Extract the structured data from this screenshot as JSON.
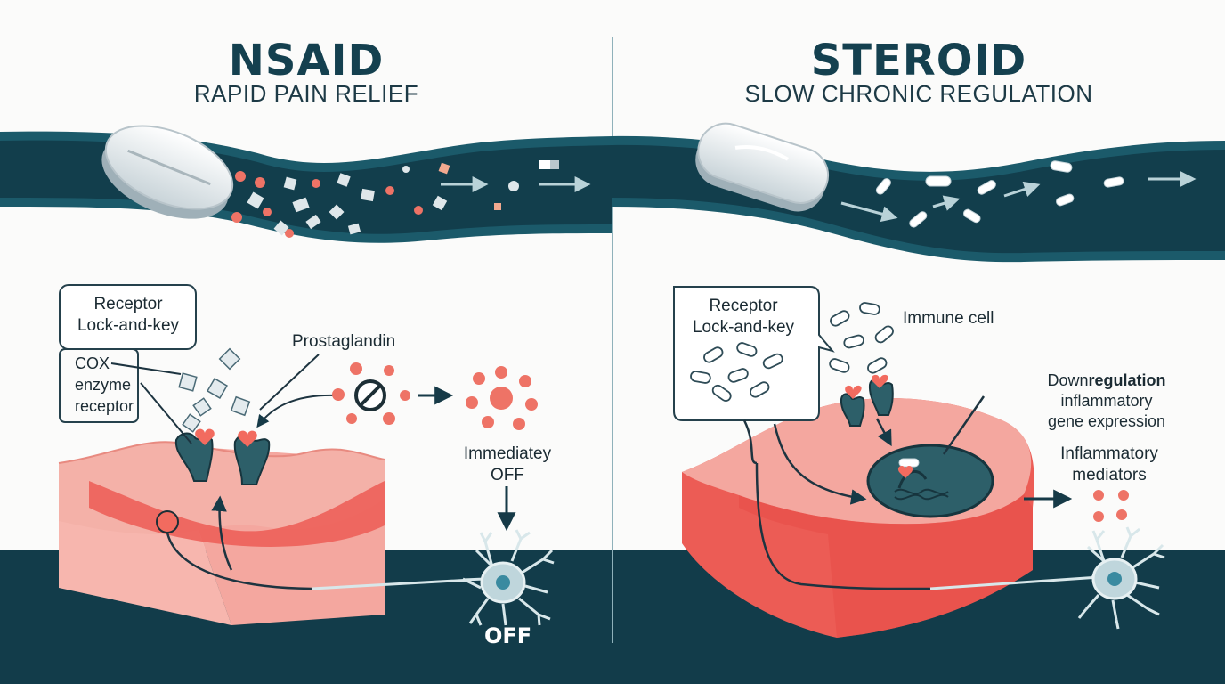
{
  "nsaid": {
    "title": "NSAID",
    "subtitle": "RAPID PAIN RELIEF",
    "callout_receptor": "Receptor\nLock-and-key",
    "label_cox": "COX\nenzyme\nreceptor",
    "label_prostaglandin": "Prostaglandin",
    "label_immediately": "Immediatey\nOFF",
    "label_off": "OFF"
  },
  "steroid": {
    "title": "STEROID",
    "subtitle": "SLOW CHRONIC REGULATION",
    "callout_receptor": "Receptor\nLock-and-key",
    "label_immune": "Immune cell",
    "label_down_prefix": "Down",
    "label_down_bold": "regulation",
    "label_down_rest": "inflammatory\ngene expression",
    "label_mediators": "Inflammatory\nmediators"
  },
  "colors": {
    "vessel": "#123e4c",
    "vessel_edge": "#1b5a6a",
    "tissue_light": "#f7b6ae",
    "tissue_red": "#ec5c55",
    "receptor": "#2d5f69",
    "ground": "#123c4a",
    "prostaglandin": "#ee7366",
    "pill": "#eef2f4"
  }
}
